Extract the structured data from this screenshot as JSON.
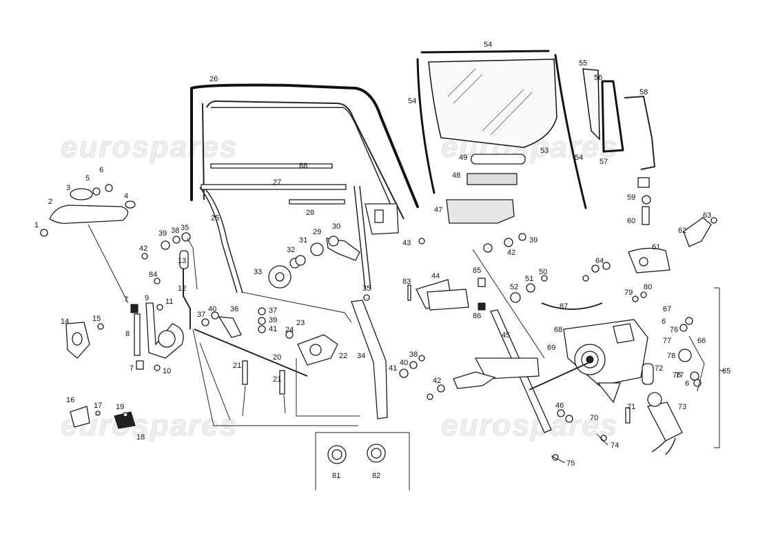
{
  "watermark": {
    "text": "eurospares",
    "color": "#e6e6e6"
  },
  "callouts": [
    "1",
    "2",
    "3",
    "4",
    "5",
    "6",
    "7",
    "8",
    "9",
    "10",
    "11",
    "12",
    "13",
    "14",
    "15",
    "16",
    "17",
    "18",
    "19",
    "20",
    "21",
    "21",
    "22",
    "23",
    "24",
    "25",
    "26",
    "27",
    "28",
    "29",
    "30",
    "31",
    "32",
    "33",
    "34",
    "35",
    "35",
    "36",
    "37",
    "37",
    "38",
    "38",
    "39",
    "39",
    "39",
    "40",
    "40",
    "41",
    "41",
    "42",
    "42",
    "42",
    "43",
    "44",
    "45",
    "46",
    "47",
    "48",
    "49",
    "50",
    "51",
    "52",
    "53",
    "54",
    "54",
    "54",
    "55",
    "56",
    "57",
    "58",
    "59",
    "60",
    "61",
    "62",
    "63",
    "64",
    "65",
    "66",
    "67",
    "68",
    "69",
    "70",
    "71",
    "72",
    "73",
    "74",
    "75",
    "76",
    "76",
    "77",
    "77",
    "78",
    "79",
    "80",
    "81",
    "82",
    "83",
    "84",
    "85",
    "86",
    "87",
    "88",
    "6",
    "6",
    "7"
  ]
}
